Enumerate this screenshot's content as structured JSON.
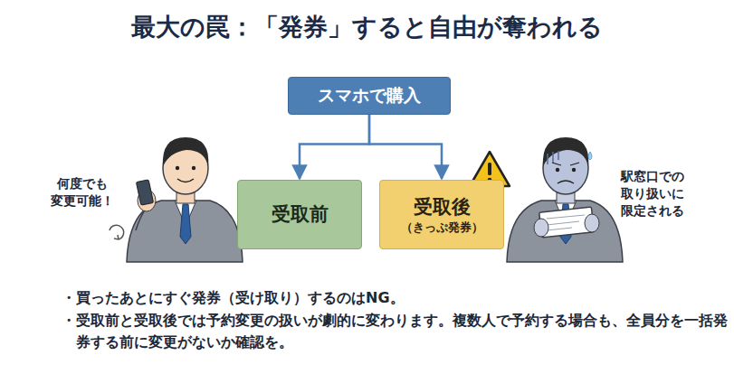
{
  "diagram": {
    "title": "最大の罠：「発券」すると自由が奪われる",
    "nodes": [
      {
        "text": [
          "スマホで購入"
        ]
      },
      {
        "text": [
          "受取前"
        ]
      },
      {
        "text": [
          "受取後",
          "（きっぷ発券）"
        ]
      }
    ],
    "edges": [
      {
        "from": 0,
        "to": 1,
        "arrow": "to"
      },
      {
        "from": 0,
        "to": 2,
        "arrow": "to"
      }
    ],
    "labels": [
      "何度でも 変更可能！",
      "駅窓口での 取り扱いに 限定される",
      "・買ったあとにすぐ発券（受け取り）するのはNG。",
      "・受取前と受取後では予約変更の扱いが劇的に変わります。複数人で予約する場合も、全員分を一括発券する前に変更がないか確認を。"
    ]
  }
}
